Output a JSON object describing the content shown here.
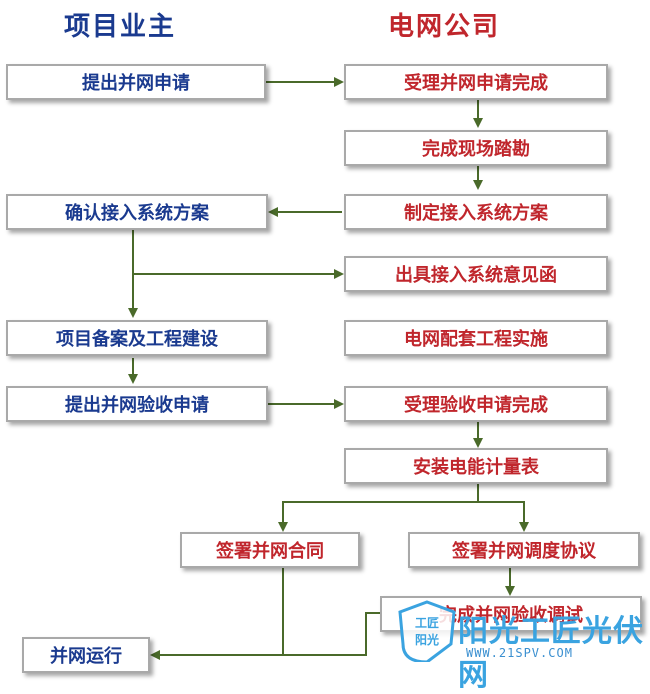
{
  "headers": {
    "left": "项目业主",
    "right": "电网公司"
  },
  "owner_steps": {
    "apply_connection": "提出并网申请",
    "confirm_plan": "确认接入系统方案",
    "filing_construction": "项目备案及工程建设",
    "apply_acceptance": "提出并网验收申请",
    "grid_operation": "并网运行"
  },
  "grid_steps": {
    "accept_application": "受理并网申请完成",
    "site_survey": "完成现场踏勘",
    "draft_plan": "制定接入系统方案",
    "issue_opinion": "出具接入系统意见函",
    "grid_supporting": "电网配套工程实施",
    "accept_acceptance": "受理验收申请完成",
    "install_meter": "安装电能计量表"
  },
  "final_steps": {
    "sign_contract": "签署并网合同",
    "sign_dispatch": "签署并网调度协议",
    "complete_debug": "完成并网验收调试"
  },
  "watermark": {
    "badge_line1": "工匠",
    "badge_line2": "阳光",
    "brand": "阳光工匠光伏网",
    "url": "WWW.21SPV.COM"
  },
  "colors": {
    "owner_text": "#1a3a8f",
    "grid_text": "#c0262c",
    "arrow": "#4a6a2a",
    "watermark": "#3aa3e0"
  }
}
